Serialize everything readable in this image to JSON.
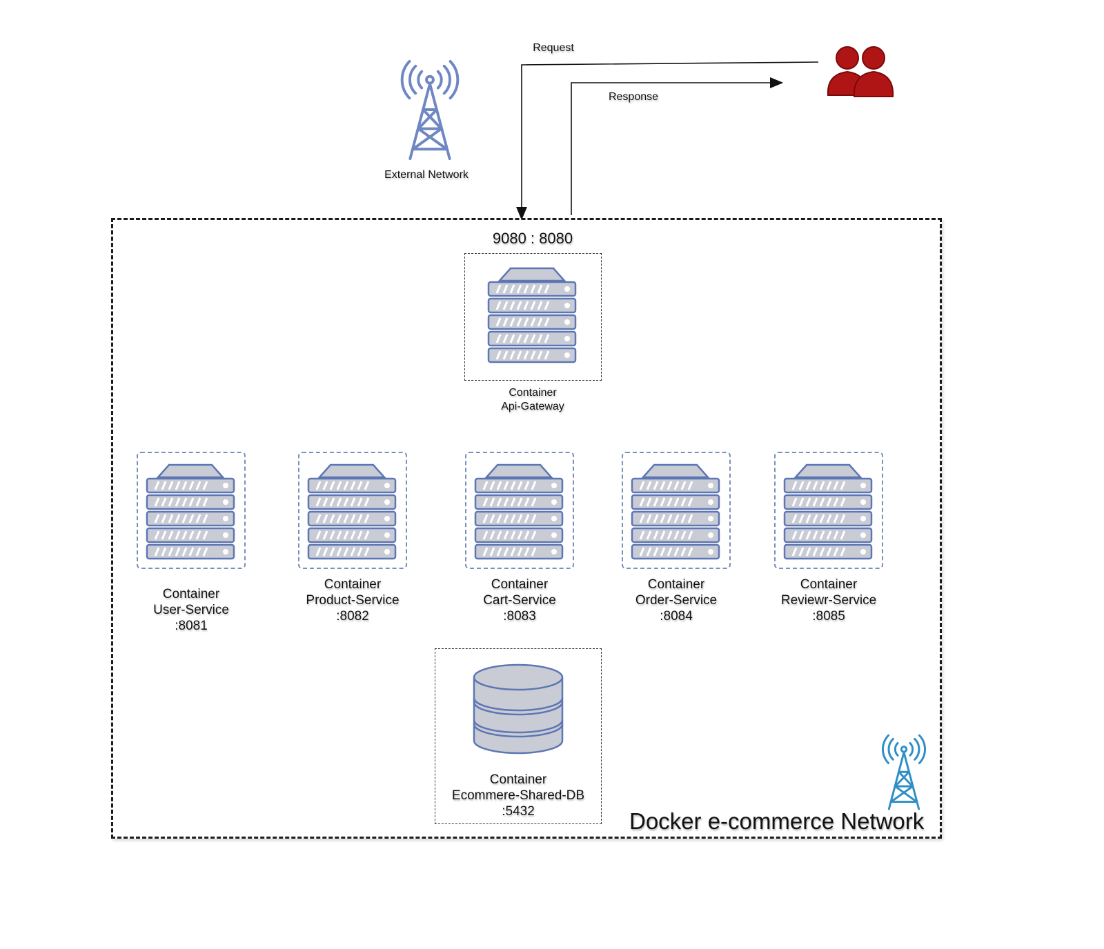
{
  "external_network": {
    "label": "External Network",
    "icon": "antenna-tower-icon",
    "color": "#6f87c2"
  },
  "users": {
    "icon": "users-icon",
    "color": "#b01515"
  },
  "edges": {
    "request_label": "Request",
    "response_label": "Response"
  },
  "docker_network": {
    "title": "Docker e-commerce Network",
    "icon": "antenna-tower-icon",
    "icon_color": "#2f8fc4"
  },
  "gateway": {
    "port_mapping": "9080 : 8080",
    "line1": "Container",
    "line2": "Api-Gateway"
  },
  "services": [
    {
      "line1": "Container",
      "line2": "User-Service",
      "port": ":8081"
    },
    {
      "line1": "Container",
      "line2": "Product-Service",
      "port": ":8082"
    },
    {
      "line1": "Container",
      "line2": "Cart-Service",
      "port": ":8083"
    },
    {
      "line1": "Container",
      "line2": "Order-Service",
      "port": ":8084"
    },
    {
      "line1": "Container",
      "line2": "Reviewr-Service",
      "port": ":8085"
    }
  ],
  "database": {
    "line1": "Container",
    "line2": "Ecommere-Shared-DB",
    "port": ":5432",
    "icon": "database-icon"
  },
  "colors": {
    "server_fill": "#c9ccd4",
    "server_stroke": "#5d76b4",
    "arrow": "#111111"
  }
}
